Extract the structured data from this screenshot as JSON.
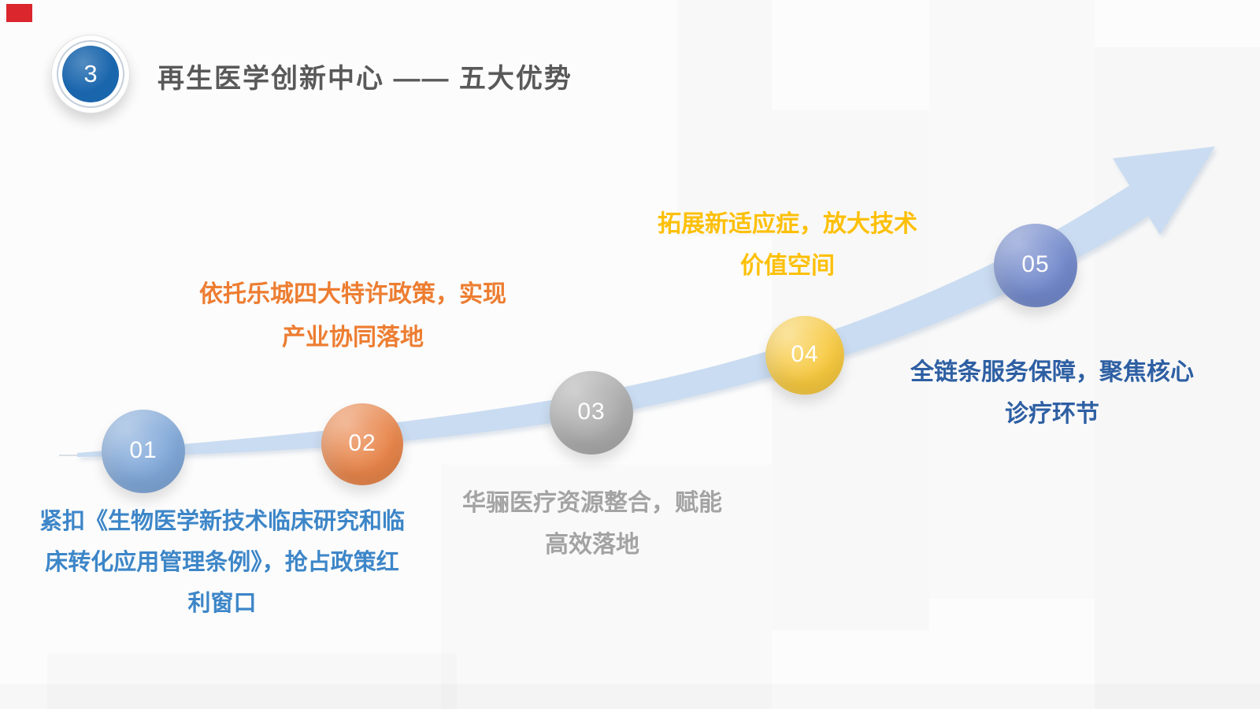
{
  "slide": {
    "badge_number": "3",
    "title": "再生医学创新中心 —— 五大优势"
  },
  "steps": [
    {
      "number": "01",
      "lines": [
        "紧扣《生物医学新技术临床研究和临",
        "床转化应用管理条例》，抢占政策红",
        "利窗口"
      ]
    },
    {
      "number": "02",
      "lines": [
        "依托乐城四大特许政策，实现",
        "产业协同落地"
      ]
    },
    {
      "number": "03",
      "lines": [
        "华骊医疗资源整合，赋能",
        "高效落地"
      ]
    },
    {
      "number": "04",
      "lines": [
        "拓展新适应症，放大技术",
        "价值空间"
      ]
    },
    {
      "number": "05",
      "lines": [
        "全链条服务保障，聚焦核心",
        "诊疗环节"
      ]
    }
  ],
  "colors": {
    "corner_accent": "#da262c",
    "badge_blue": "#1a66ad",
    "title_color": "#595959",
    "arrow_fill": "#cadcf1",
    "step1_circle": "#7fa7d8",
    "step1_text": "#3d86c8",
    "step2_circle": "#e8854a",
    "step2_text": "#ed7d31",
    "step3_circle": "#aaaaaa",
    "step3_text": "#a3a3a3",
    "step4_circle": "#f7c93f",
    "step4_text": "#fdc008",
    "step5_circle": "#7289cb",
    "step5_text": "#2e5fa3"
  }
}
